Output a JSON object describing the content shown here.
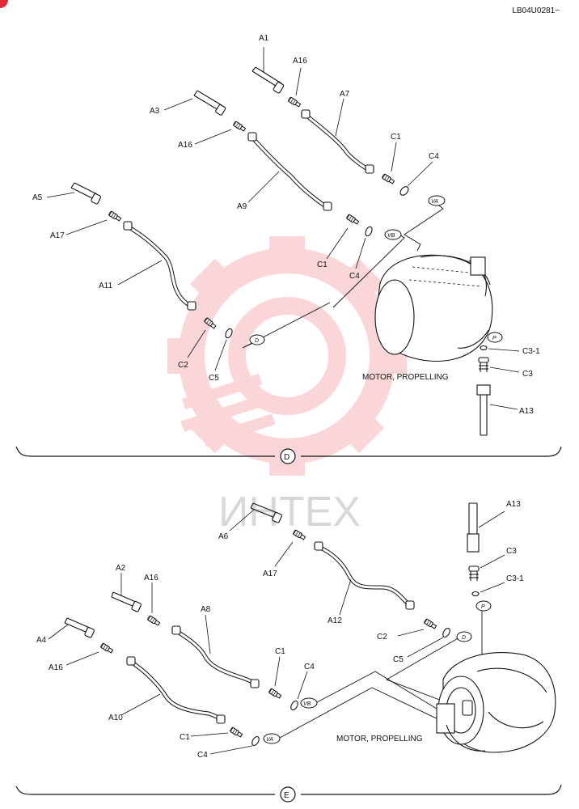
{
  "header": {
    "code": "LB04U0281~"
  },
  "watermark": {
    "text": "ИНТЕХ",
    "color": "#f04a55"
  },
  "section_d": {
    "marker": "D",
    "parts": {
      "A1": "A1",
      "A16a": "A16",
      "A3": "A3",
      "A16b": "A16",
      "A7": "A7",
      "C1a": "C1",
      "C4a": "C4",
      "A5": "A5",
      "A17": "A17",
      "A9": "A9",
      "C1b": "C1",
      "C4b": "C4",
      "A11": "A11",
      "C2": "C2",
      "C5": "C5",
      "C3_1": "C3-1",
      "C3": "C3",
      "A13": "A13"
    },
    "ports": {
      "VA": "VA",
      "VB": "VB",
      "D": "D",
      "P": "P"
    },
    "motor_label": "MOTOR, PROPELLING"
  },
  "section_e": {
    "marker": "E",
    "parts": {
      "A6": "A6",
      "A17": "A17",
      "A13": "A13",
      "C3": "C3",
      "C3_1": "C3-1",
      "A2": "A2",
      "A16a": "A16",
      "A8": "A8",
      "A12": "A12",
      "A4": "A4",
      "A16b": "A16",
      "C2": "C2",
      "C5": "C5",
      "C1a": "C1",
      "C4a": "C4",
      "A10": "A10",
      "C1b": "C1",
      "C4b": "C4"
    },
    "ports": {
      "P": "P",
      "D": "D",
      "VB": "VB",
      "VA": "VA"
    },
    "motor_label": "MOTOR, PROPELLING"
  }
}
